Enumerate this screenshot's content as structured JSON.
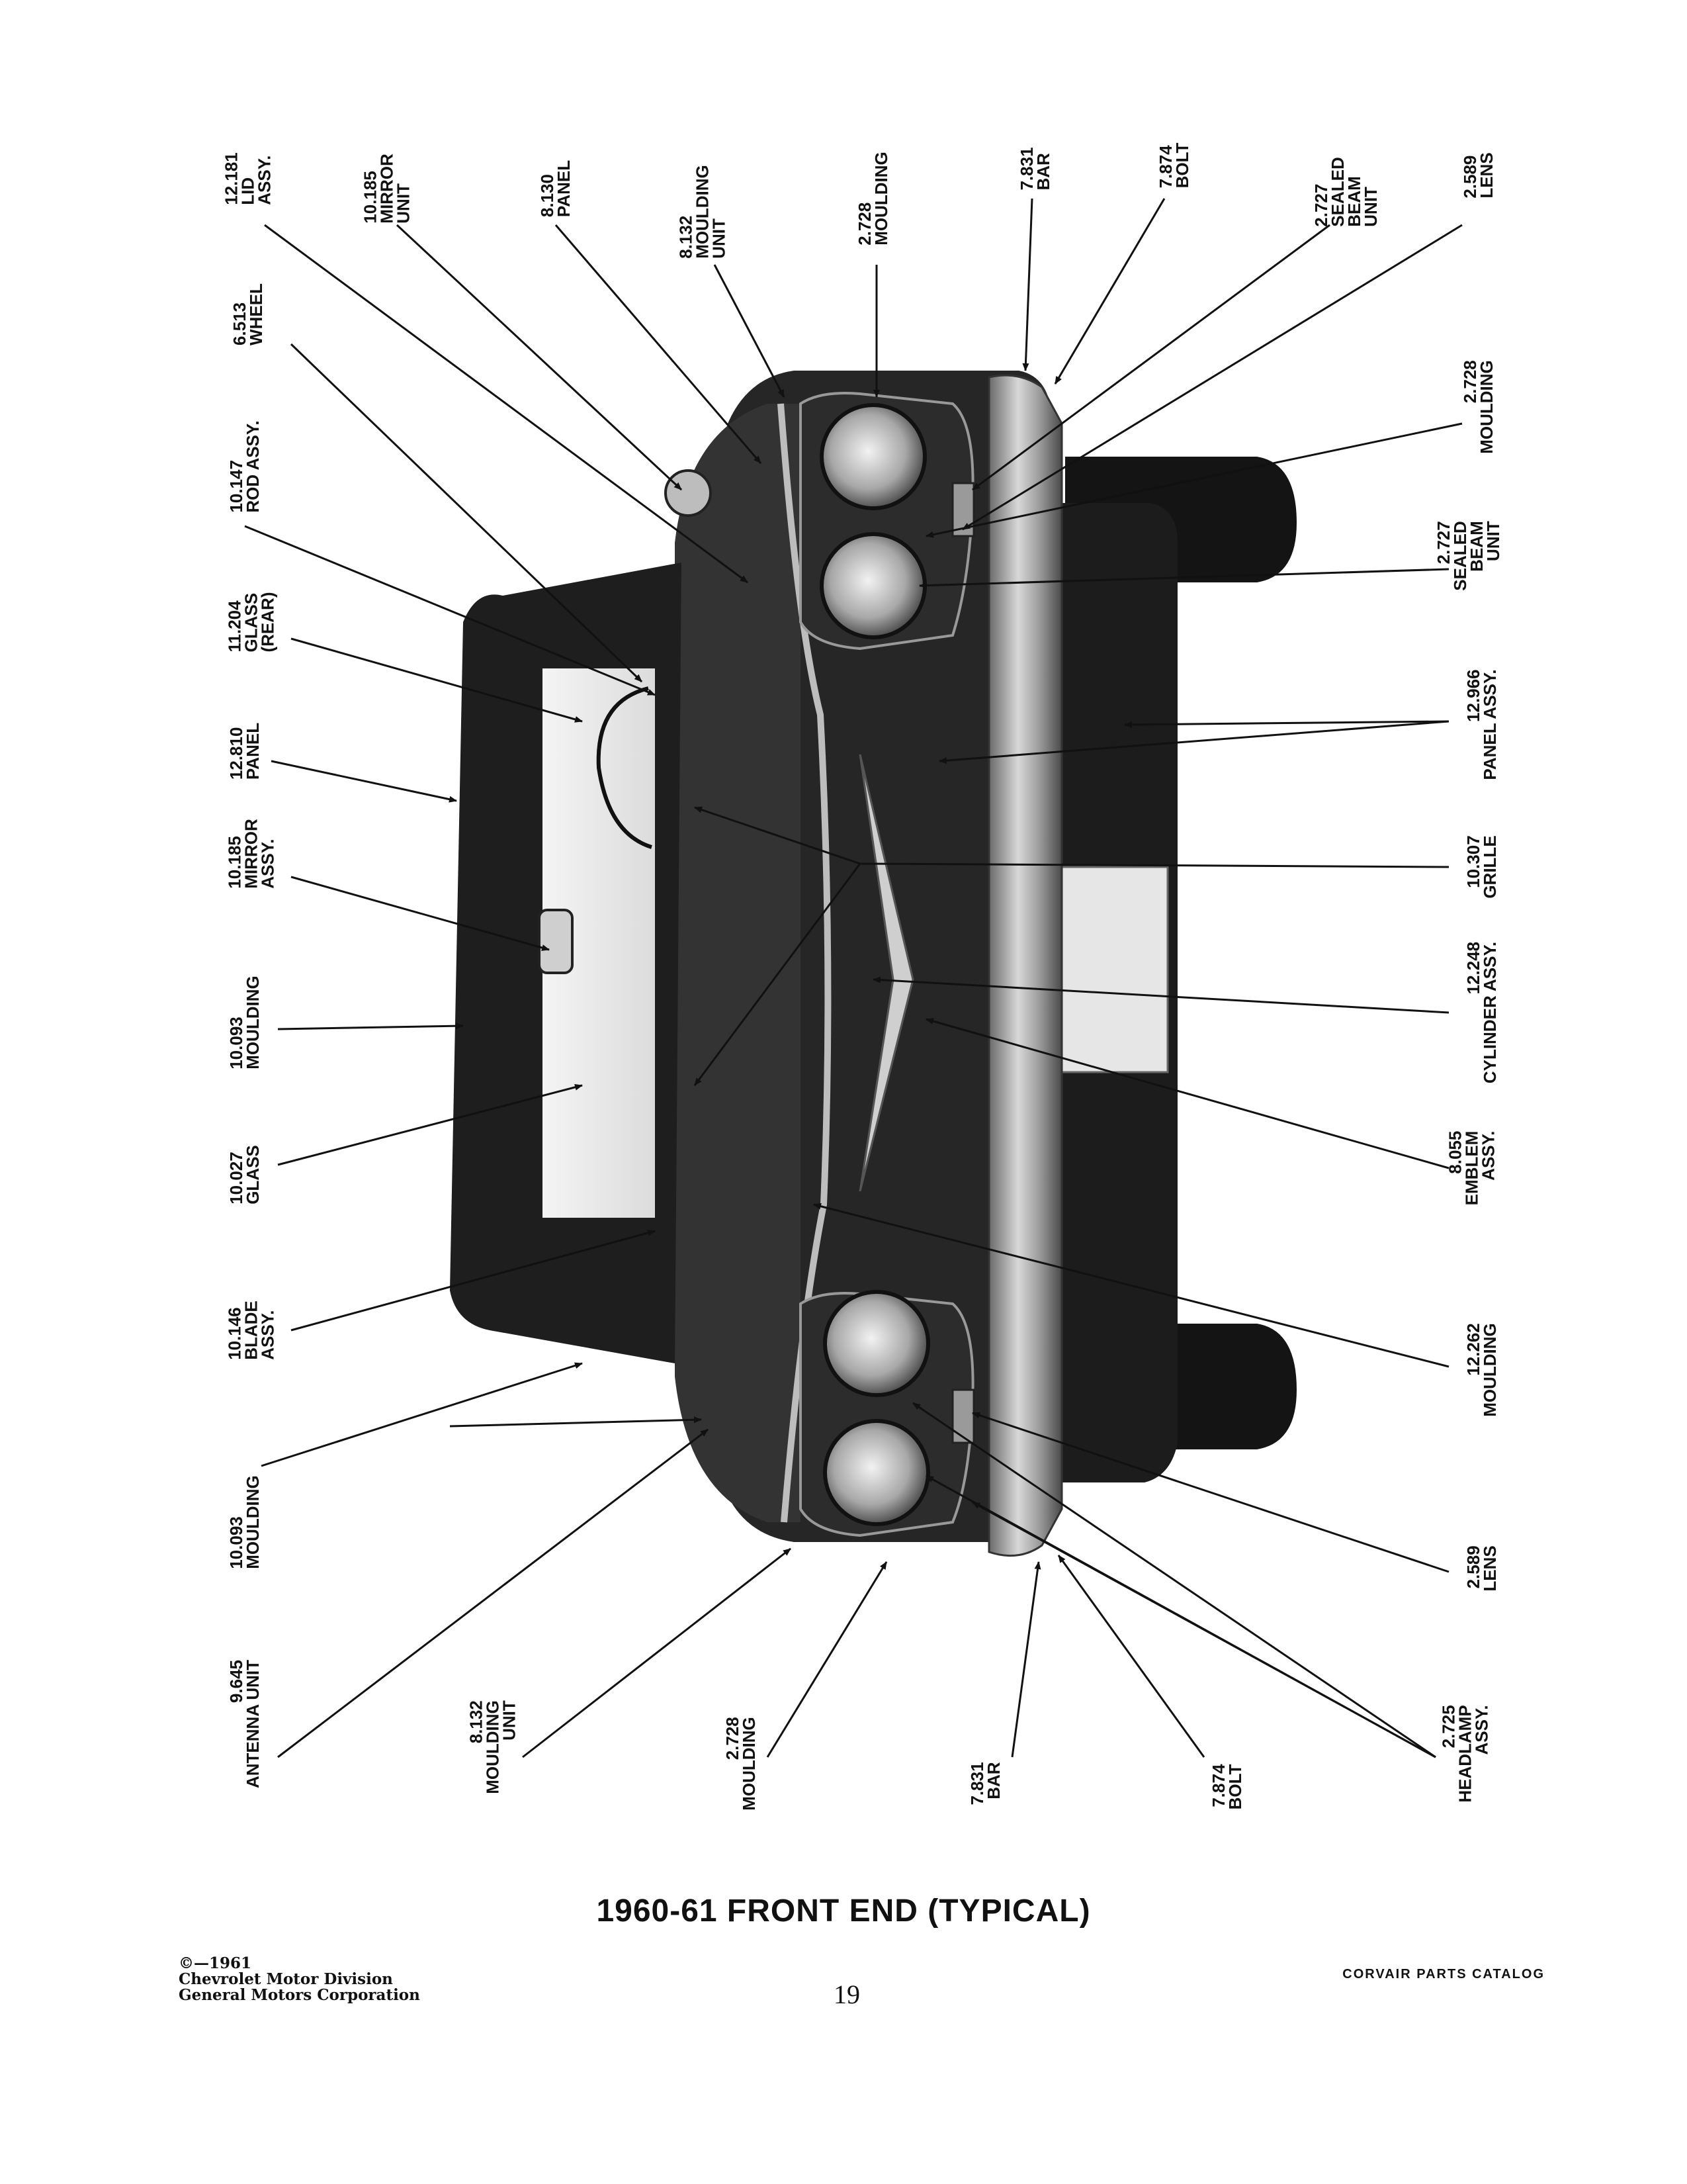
{
  "caption": "1960-61 FRONT END (TYPICAL)",
  "page_number": "19",
  "catalog_name": "CORVAIR PARTS CATALOG",
  "copyright": [
    "©—1961",
    "Chevrolet Motor Division",
    "General Motors Corporation"
  ],
  "callouts": [
    {
      "id": "c01",
      "lines": [
        "12.181",
        "LID",
        "ASSY."
      ]
    },
    {
      "id": "c02",
      "lines": [
        "10.185",
        "MIRROR",
        "UNIT"
      ]
    },
    {
      "id": "c03",
      "lines": [
        "8.130",
        "PANEL"
      ]
    },
    {
      "id": "c04",
      "lines": [
        "8.132",
        "MOULDING",
        "UNIT"
      ]
    },
    {
      "id": "c05",
      "lines": [
        "2.728",
        "MOULDING"
      ]
    },
    {
      "id": "c06",
      "lines": [
        "7.831",
        "BAR"
      ]
    },
    {
      "id": "c07",
      "lines": [
        "7.874",
        "BOLT"
      ]
    },
    {
      "id": "c08",
      "lines": [
        "2.727",
        "SEALED",
        "BEAM",
        "UNIT"
      ]
    },
    {
      "id": "c09",
      "lines": [
        "2.589",
        "LENS"
      ]
    },
    {
      "id": "c10",
      "lines": [
        "6.513",
        "WHEEL"
      ]
    },
    {
      "id": "c11",
      "lines": [
        "10.147",
        "ROD ASSY."
      ]
    },
    {
      "id": "c12",
      "lines": [
        "11.204",
        "GLASS",
        "(REAR)"
      ]
    },
    {
      "id": "c13",
      "lines": [
        "12.810",
        "PANEL"
      ]
    },
    {
      "id": "c14",
      "lines": [
        "10.185",
        "MIRROR",
        "ASSY."
      ]
    },
    {
      "id": "c15",
      "lines": [
        "10.093",
        "MOULDING"
      ]
    },
    {
      "id": "c16",
      "lines": [
        "10.027",
        "GLASS"
      ]
    },
    {
      "id": "c17",
      "lines": [
        "10.146",
        "BLADE",
        "ASSY."
      ]
    },
    {
      "id": "c18",
      "lines": [
        "10.093",
        "MOULDING"
      ]
    },
    {
      "id": "c19",
      "lines": [
        "9.645",
        "ANTENNA UNIT"
      ]
    },
    {
      "id": "c20",
      "lines": [
        "8.132",
        "MOULDING",
        "UNIT"
      ]
    },
    {
      "id": "c21",
      "lines": [
        "2.728",
        "MOULDING"
      ]
    },
    {
      "id": "c22",
      "lines": [
        "7.831",
        "BAR"
      ]
    },
    {
      "id": "c23",
      "lines": [
        "7.874",
        "BOLT"
      ]
    },
    {
      "id": "c24",
      "lines": [
        "2.725",
        "HEADLAMP",
        "ASSY."
      ]
    },
    {
      "id": "c25",
      "lines": [
        "2.728",
        "MOULDING"
      ]
    },
    {
      "id": "c26",
      "lines": [
        "2.727",
        "SEALED",
        "BEAM",
        "UNIT"
      ]
    },
    {
      "id": "c27",
      "lines": [
        "12.966",
        "PANEL ASSY."
      ]
    },
    {
      "id": "c28",
      "lines": [
        "10.307",
        "GRILLE"
      ]
    },
    {
      "id": "c29",
      "lines": [
        "12.248",
        "CYLINDER ASSY."
      ]
    },
    {
      "id": "c30",
      "lines": [
        "8.055",
        "EMBLEM",
        "ASSY."
      ]
    },
    {
      "id": "c31",
      "lines": [
        "12.262",
        "MOULDING"
      ]
    },
    {
      "id": "c32",
      "lines": [
        "2.589",
        "LENS"
      ]
    }
  ]
}
